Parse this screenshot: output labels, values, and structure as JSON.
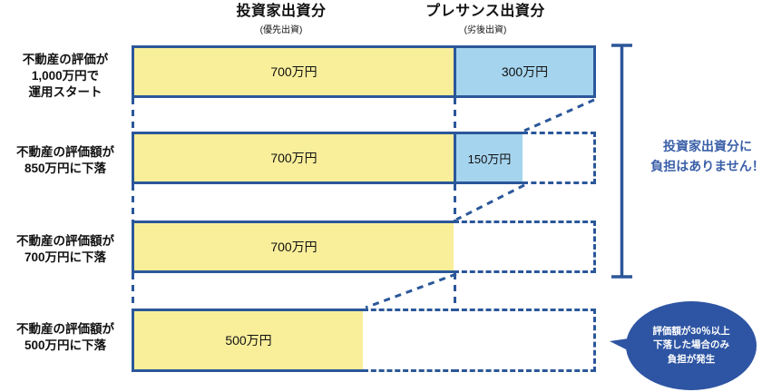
{
  "headers": [
    {
      "main": "投資家出資分",
      "sub": "(優先出資)"
    },
    {
      "main": "プレサンス出資分",
      "sub": "(劣後出資)"
    }
  ],
  "rows": [
    {
      "label": "不動産の評価が\n1,000万円で\n運用スタート",
      "investor_value": "700万円",
      "presance_value": "300万円"
    },
    {
      "label": "不動産の評価額が\n850万円に下落",
      "investor_value": "700万円",
      "presance_value": "150万円"
    },
    {
      "label": "不動産の評価額が\n700万円に下落",
      "investor_value": "700万円",
      "presance_value": ""
    },
    {
      "label": "不動産の評価額が\n500万円に下落",
      "investor_value": "500万円",
      "presance_value": ""
    }
  ],
  "right_note": "投資家出資分に\n負担はありません！",
  "callout": "評価額が30％以上\n下落した場合のみ\n負担が発生",
  "colors": {
    "investor_fill": "#F9EE9A",
    "presance_fill": "#A5D4EE",
    "outline": "#2B579A",
    "note_text": "#3A5FA8",
    "bubble_fill": "#2E55A3"
  },
  "chart_data": {
    "type": "bar",
    "title": "",
    "categories": [
      "不動産の評価が1,000万円で運用スタート",
      "不動産の評価額が850万円に下落",
      "不動産の評価額が700万円に下落",
      "不動産の評価額が500万円に下落"
    ],
    "series": [
      {
        "name": "投資家出資分（優先出資）",
        "values": [
          700,
          700,
          700,
          500
        ],
        "unit": "万円"
      },
      {
        "name": "プレサンス出資分（劣後出資）",
        "values": [
          300,
          150,
          0,
          0
        ],
        "unit": "万円"
      }
    ],
    "totals": [
      1000,
      850,
      700,
      500
    ],
    "xlabel": "",
    "ylabel": "",
    "xlim": [
      0,
      1000
    ],
    "grid": false,
    "legend": "top"
  }
}
